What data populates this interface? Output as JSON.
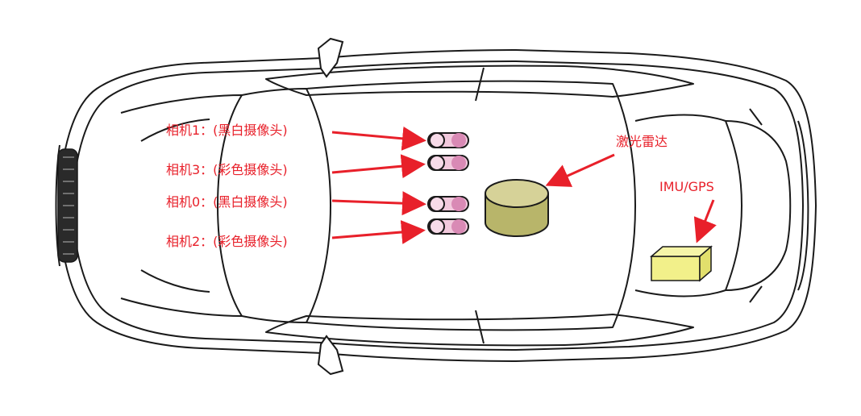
{
  "labels": {
    "camera1": "相机1：(黑白摄像头)",
    "camera3": "相机3：(彩色摄像头)",
    "camera0": "相机0：(黑白摄像头)",
    "camera2": "相机2：(彩色摄像头)",
    "lidar": "激光雷达",
    "imu_gps": "IMU/GPS"
  },
  "colors": {
    "annotation": "#e8202a",
    "car_outline": "#1a1a1a",
    "camera_body": "#f2c9dd",
    "camera_lens": "#d98ab5",
    "lidar_top": "#d6d298",
    "lidar_side": "#b8b56a",
    "imu_fill": "#f2f08a"
  }
}
